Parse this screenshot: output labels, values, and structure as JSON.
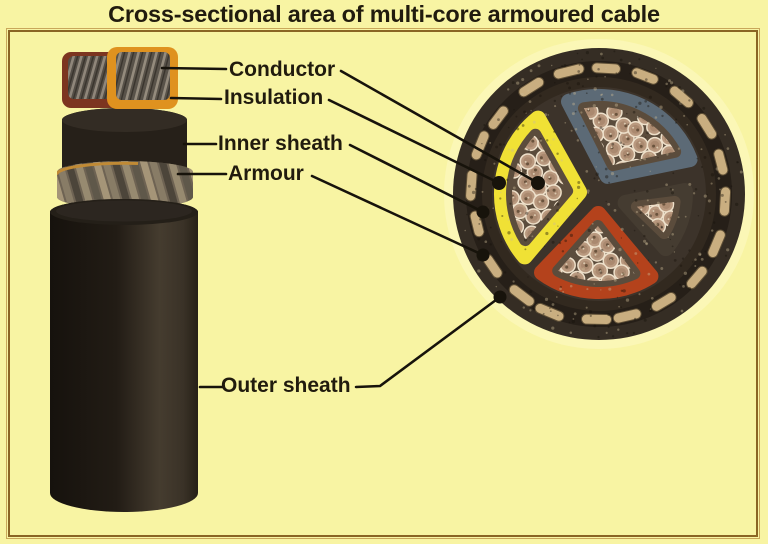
{
  "title": "Cross-sectional area of multi-core armoured cable",
  "parts": [
    {
      "id": "conductor",
      "label": "Conductor"
    },
    {
      "id": "insulation",
      "label": "Insulation"
    },
    {
      "id": "inner_sheath",
      "label": "Inner sheath"
    },
    {
      "id": "armour",
      "label": "Armour"
    },
    {
      "id": "outer_sheath",
      "label": "Outer sheath"
    }
  ],
  "colors": {
    "background": "#f8f4a3",
    "frame_border": "#8a6524",
    "text": "#211b0e",
    "leader_line": "#17130b",
    "outer_sheath": "#352d24",
    "armour_dash": "#c9ae80",
    "armour_metal": "#a59578",
    "inner_sheath_fill": "#32291f",
    "filler": "#3c332a",
    "core_insulation_yellow": "#f0e135",
    "core_insulation_blue": "#5c6a76",
    "core_insulation_red": "#b4421c",
    "core_insulation_dark": "#453c31",
    "strand_copper": "#b9997f",
    "side_core_left_insulation": "#7c3520",
    "side_core_right_insulation": "#df921f"
  }
}
